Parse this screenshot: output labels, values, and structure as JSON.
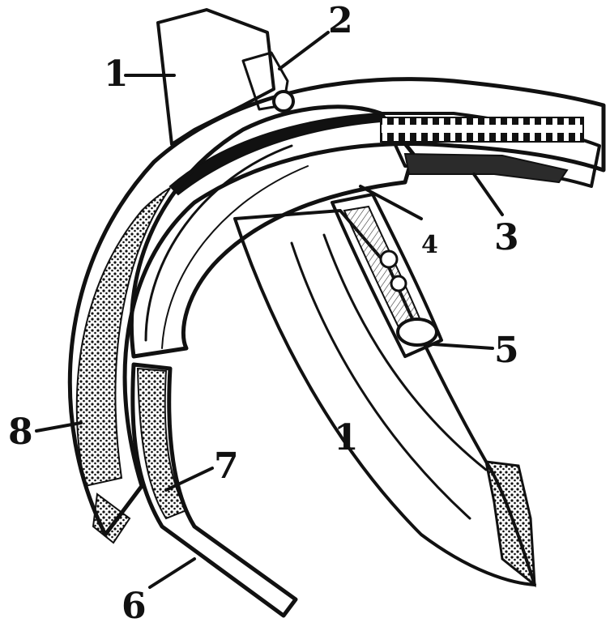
{
  "figure": {
    "callouts": [
      {
        "id": "1",
        "label": "1"
      },
      {
        "id": "1b",
        "label": "1"
      },
      {
        "id": "2",
        "label": "2"
      },
      {
        "id": "3",
        "label": "3"
      },
      {
        "id": "4",
        "label": "4"
      },
      {
        "id": "5",
        "label": "5"
      },
      {
        "id": "6",
        "label": "6"
      },
      {
        "id": "7",
        "label": "7"
      },
      {
        "id": "8",
        "label": "8"
      }
    ]
  },
  "colors": {
    "ink": "#111111",
    "paper": "#ffffff",
    "shade": "#2b2b2b"
  }
}
